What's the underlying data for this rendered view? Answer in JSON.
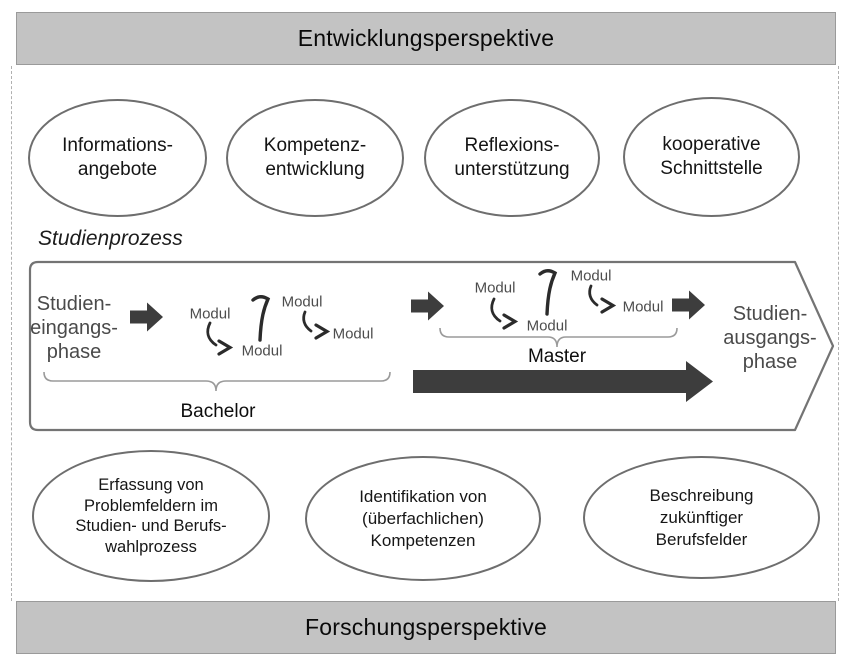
{
  "top_bar": {
    "label": "Entwicklungsperspektive"
  },
  "bottom_bar": {
    "label": "Forschungsperspektive"
  },
  "top_ellipses": [
    {
      "id": "informationsangebote",
      "lines": [
        "Informations-",
        "angebote"
      ]
    },
    {
      "id": "kompetenzentwicklung",
      "lines": [
        "Kompetenz-",
        "entwicklung"
      ]
    },
    {
      "id": "reflexionsunterstuetzung",
      "lines": [
        "Reflexions-",
        "unterstützung"
      ]
    },
    {
      "id": "kooperative-schnittstelle",
      "lines": [
        "kooperative",
        "Schnittstelle"
      ]
    }
  ],
  "process": {
    "title": "Studienprozess",
    "entry_phase_lines": [
      "Studien-",
      "eingangs-",
      "phase"
    ],
    "exit_phase_lines": [
      "Studien-",
      "ausgangs-",
      "phase"
    ],
    "modul_label": "Modul",
    "bachelor_label": "Bachelor",
    "master_label": "Master"
  },
  "bottom_ellipses": [
    {
      "id": "erfassung",
      "lines": [
        "Erfassung von",
        "Problemfeldern im",
        "Studien- und Berufs-",
        "wahlprozess"
      ]
    },
    {
      "id": "identifikation",
      "lines": [
        "Identifikation von",
        "(überfachlichen)",
        "Kompetenzen"
      ]
    },
    {
      "id": "beschreibung",
      "lines": [
        "Beschreibung",
        "zukünftiger",
        "Berufsfelder"
      ]
    }
  ],
  "colors": {
    "bar_fill": "#c3c3c3",
    "bar_border": "#9a9a9a",
    "dash_color": "#b0b0b0",
    "ellipse_border": "#6e6e6e",
    "outline": "#747474",
    "dark_arrow": "#3d3d3d",
    "stroke_dark": "#2b2b2b",
    "brace": "#9a9a9a",
    "text_gray": "#4a4a4a"
  }
}
